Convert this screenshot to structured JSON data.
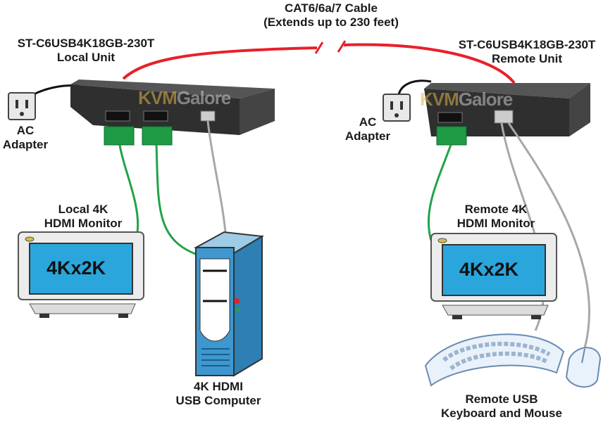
{
  "cable": {
    "line1": "CAT6/6a/7 Cable",
    "line2": "(Extends up to 230 feet)"
  },
  "local_unit": {
    "model": "ST-C6USB4K18GB-230T",
    "role": "Local Unit"
  },
  "remote_unit": {
    "model": "ST-C6USB4K18GB-230T",
    "role": "Remote Unit"
  },
  "local_adapter": {
    "line1": "AC",
    "line2": "Adapter"
  },
  "remote_adapter": {
    "line1": "AC",
    "line2": "Adapter"
  },
  "local_monitor": {
    "line1": "Local 4K",
    "line2": "HDMI Monitor",
    "screen": "4Kx2K"
  },
  "remote_monitor": {
    "line1": "Remote 4K",
    "line2": "HDMI Monitor",
    "screen": "4Kx2K"
  },
  "computer": {
    "line1": "4K HDMI",
    "line2": "USB Computer"
  },
  "peripherals": {
    "line1": "Remote USB",
    "line2": "Keyboard and Mouse"
  },
  "watermark": {
    "part1": "KVM",
    "part2": "Galore"
  },
  "colors": {
    "cat_cable": "#e8202a",
    "hdmi_cable": "#21a34a",
    "usb_cable": "#a8a8a8",
    "unit_body": "#2f2f2f",
    "monitor_screen": "#2aa6dc",
    "hdmi_plug": "#1f9a45"
  }
}
